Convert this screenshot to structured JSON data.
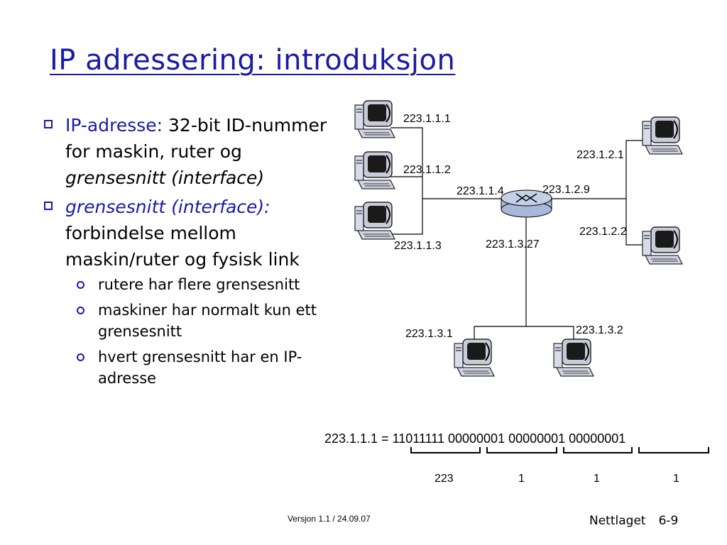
{
  "title": "IP adressering: introduksjon",
  "bullets": {
    "b1": {
      "term": "IP-adresse:",
      "text1": " 32-bit ID-nummer for maskin, ruter og ",
      "italic": "grensesnitt (interface)"
    },
    "b2": {
      "term": "grensesnitt (interface):",
      "text": " forbindelse mellom maskin/ruter og fysisk link"
    },
    "sub": [
      "rutere har flere grensesnitt",
      "maskiner har normalt kun ett grensesnitt",
      "hvert grensesnitt har en IP-adresse"
    ]
  },
  "diagram": {
    "hosts": [
      {
        "id": "h1",
        "label": "223.1.1.1"
      },
      {
        "id": "h2",
        "label": "223.1.1.2"
      },
      {
        "id": "h3",
        "label": "223.1.1.3"
      },
      {
        "id": "h4",
        "label": "223.1.2.1"
      },
      {
        "id": "h5",
        "label": "223.1.2.2"
      },
      {
        "id": "h6",
        "label": "223.1.3.1"
      },
      {
        "id": "h7",
        "label": "223.1.3.2"
      }
    ],
    "router_interfaces": [
      "223.1.1.4",
      "223.1.2.9",
      "223.1.3.27"
    ]
  },
  "binary": {
    "line": "223.1.1.1 = 11011111 00000001 00000001 00000001",
    "groups": [
      "223",
      "1",
      "1",
      "1"
    ]
  },
  "footer": {
    "version": "Versjon 1.1 / 24.09.07",
    "chapter": "Nettlaget",
    "page": "6-9"
  },
  "colors": {
    "accent": "#1a1aa6"
  }
}
